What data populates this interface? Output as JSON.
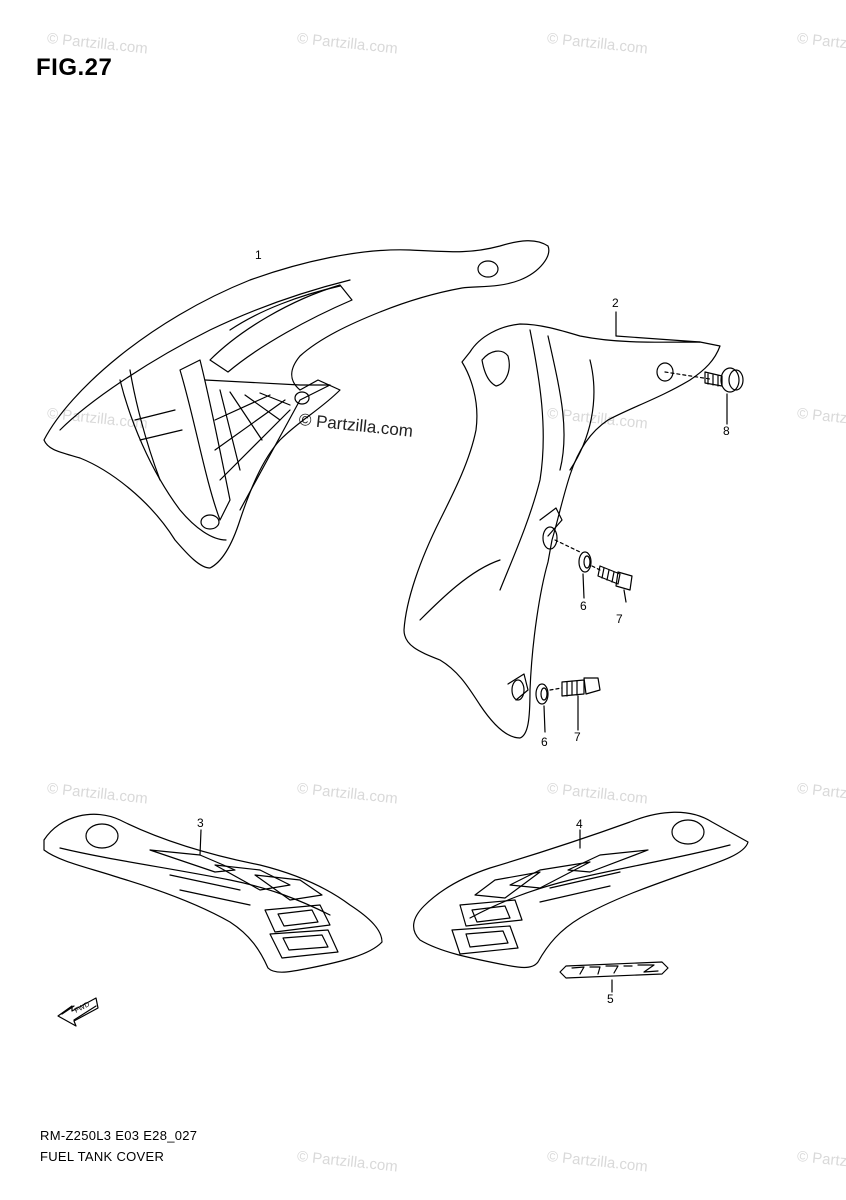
{
  "figure": {
    "title": "FIG.27",
    "drawing_code": "RM-Z250L3 E03 E28_027",
    "drawing_name": "FUEL TANK COVER"
  },
  "callouts": {
    "c1": "1",
    "c2": "2",
    "c3": "3",
    "c4": "4",
    "c5": "5",
    "c6a": "6",
    "c6b": "6",
    "c7a": "7",
    "c7b": "7",
    "c8": "8"
  },
  "watermark": {
    "text": "© Partzilla.com",
    "center_text": "© Partzilla.com"
  },
  "parts": {
    "p1": "fuel-tank-cover-right",
    "p2": "fuel-tank-cover-left",
    "p3": "emblem-right",
    "p4": "emblem-left",
    "p5": "emblem-rmz",
    "p6": "cushion",
    "p7": "bolt",
    "p8": "bolt"
  },
  "colors": {
    "line": "#000000",
    "watermark": "#d9d9d9",
    "background": "#ffffff"
  }
}
